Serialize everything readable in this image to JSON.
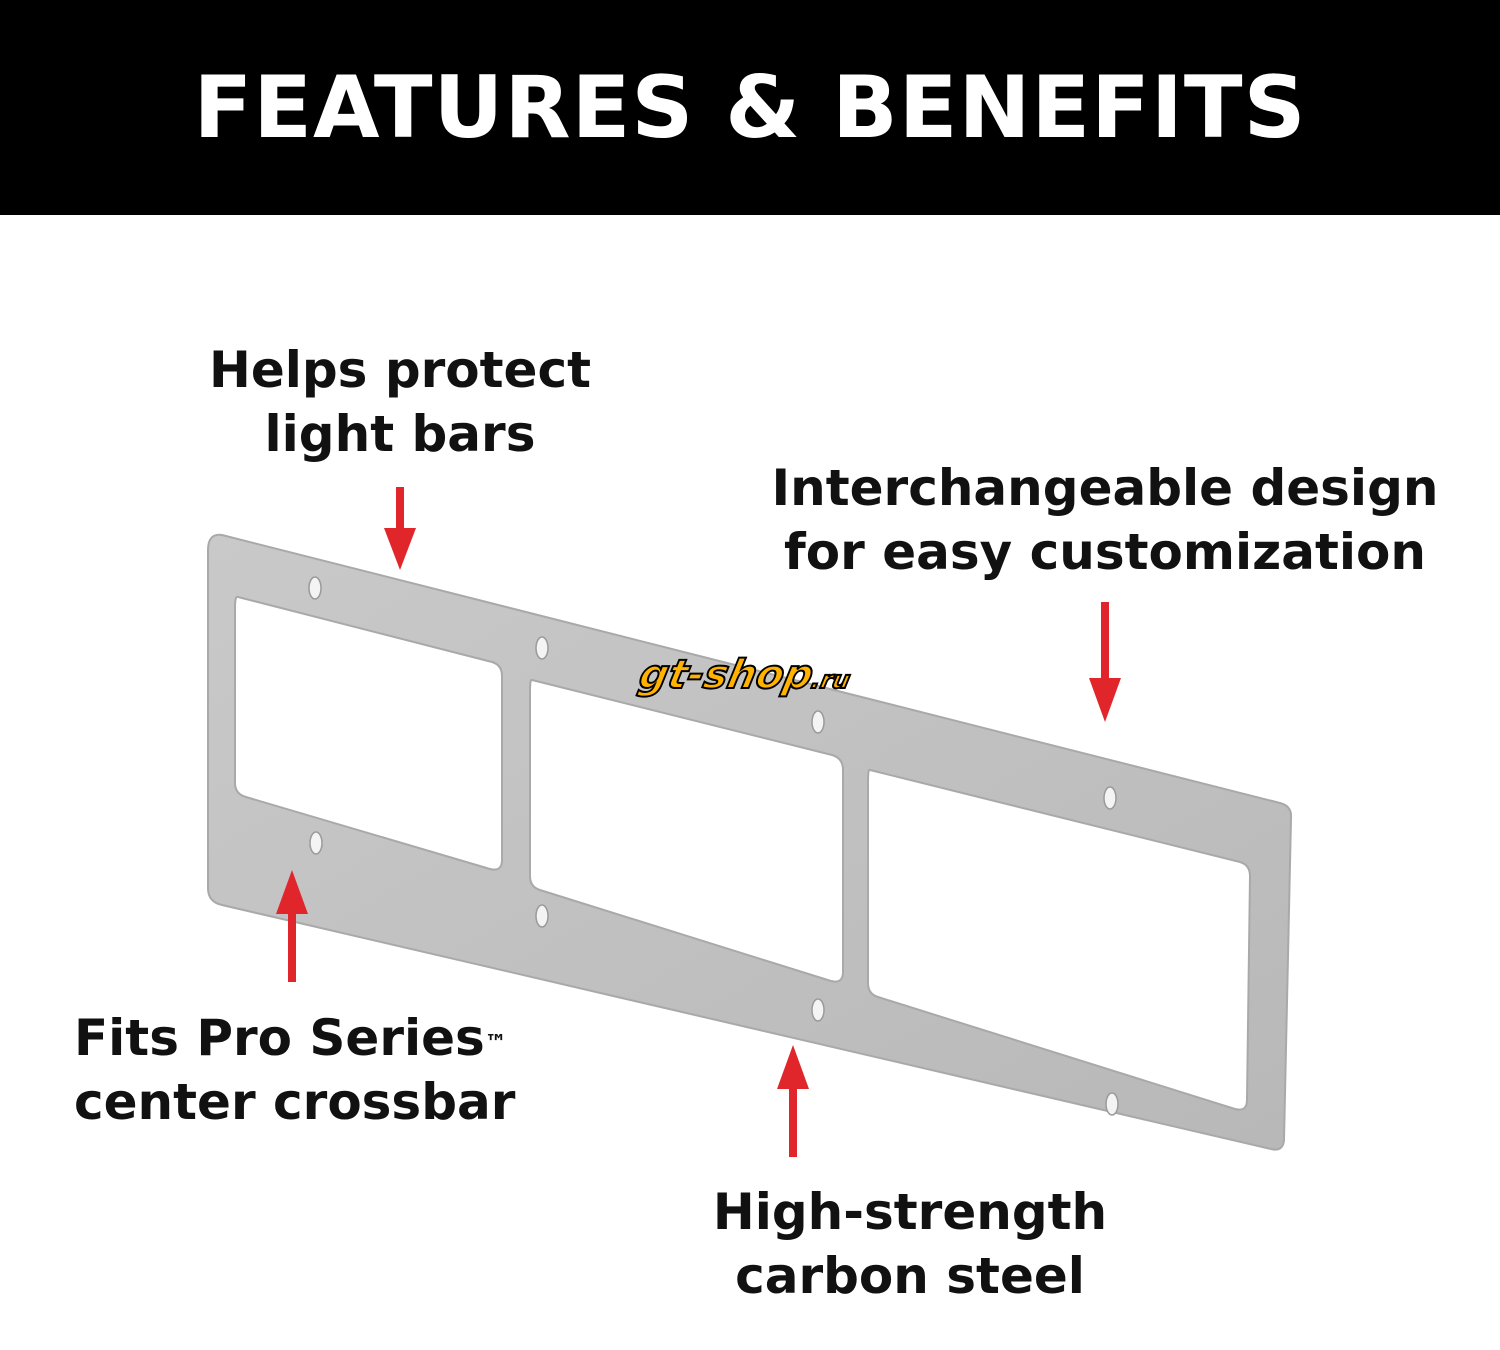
{
  "header": {
    "title": "FEATURES & BENEFITS"
  },
  "callouts": [
    {
      "line1": "Helps protect",
      "line2": "light bars"
    },
    {
      "line1": "Interchangeable design",
      "line2": "for easy customization"
    },
    {
      "line1": "Fits Pro Series",
      "tm": "™",
      "line2": "center crossbar"
    },
    {
      "line1": "High-strength",
      "line2": "carbon steel"
    }
  ],
  "watermark": {
    "main": "gt-shop",
    "suffix": ".ru"
  },
  "colors": {
    "arrow": "#e0262b",
    "plate": "#c2c2c2",
    "banner": "#000000"
  }
}
